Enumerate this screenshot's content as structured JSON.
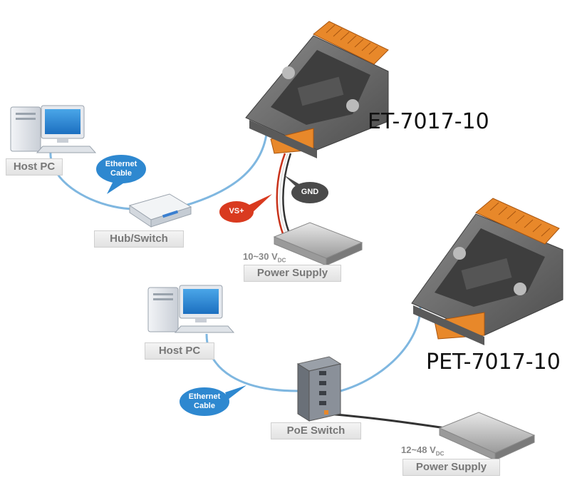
{
  "top_setup": {
    "pc_label": "Host PC",
    "cable_bubble": [
      "Ethernet",
      "Cable"
    ],
    "hub_label": "Hub/Switch",
    "module_name": "ET-7017-10",
    "vs_tag": "VS+",
    "gnd_tag": "GND",
    "voltage_main": "10~30 V",
    "voltage_sub": "DC",
    "power_label": "Power Supply"
  },
  "bottom_setup": {
    "pc_label": "Host PC",
    "cable_bubble": [
      "Ethernet",
      "Cable"
    ],
    "switch_label": "PoE Switch",
    "module_name": "PET-7017-10",
    "voltage_main": "12~48 V",
    "voltage_sub": "DC",
    "power_label": "Power Supply"
  },
  "colors": {
    "cable_blue": "#7fb7e0",
    "bubble_blue": "#2e88d0",
    "vs_red": "#d93a1f",
    "gnd_dark": "#4a4a4a",
    "terminal_orange": "#e8882a",
    "module_gray": "#6f6f6f"
  }
}
